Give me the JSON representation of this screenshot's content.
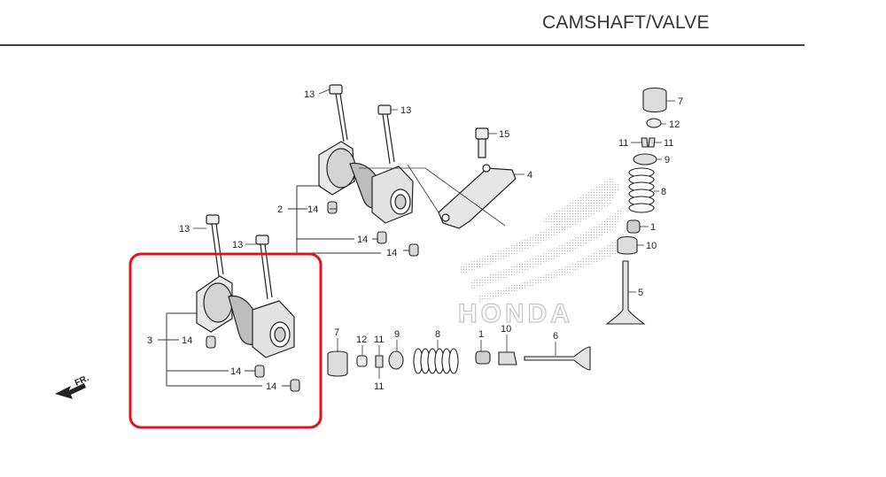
{
  "header": {
    "title": "CAMSHAFT/VALVE"
  },
  "watermark": {
    "text": "HONDA"
  },
  "direction": {
    "text": "FR."
  },
  "highlight": {
    "color": "#e0141e",
    "target_part": "3"
  },
  "callouts": {
    "c13a": "13",
    "c13b": "13",
    "c13c": "13",
    "c13d": "13",
    "c15": "15",
    "c2": "2",
    "c4": "4",
    "c14a": "14",
    "c14b": "14",
    "c14c": "14",
    "c3": "3",
    "c14d": "14",
    "c14e": "14",
    "c14f": "14",
    "c7a": "7",
    "c12a": "12",
    "c11a": "11",
    "c11b": "11",
    "c9a": "9",
    "c8a": "8",
    "c1a": "1",
    "c10a": "10",
    "c5": "5",
    "c7b": "7",
    "c12b": "12",
    "c11c": "11",
    "c11d": "11",
    "c9b": "9",
    "c8b": "8",
    "c1b": "1",
    "c10b": "10",
    "c6": "6"
  }
}
